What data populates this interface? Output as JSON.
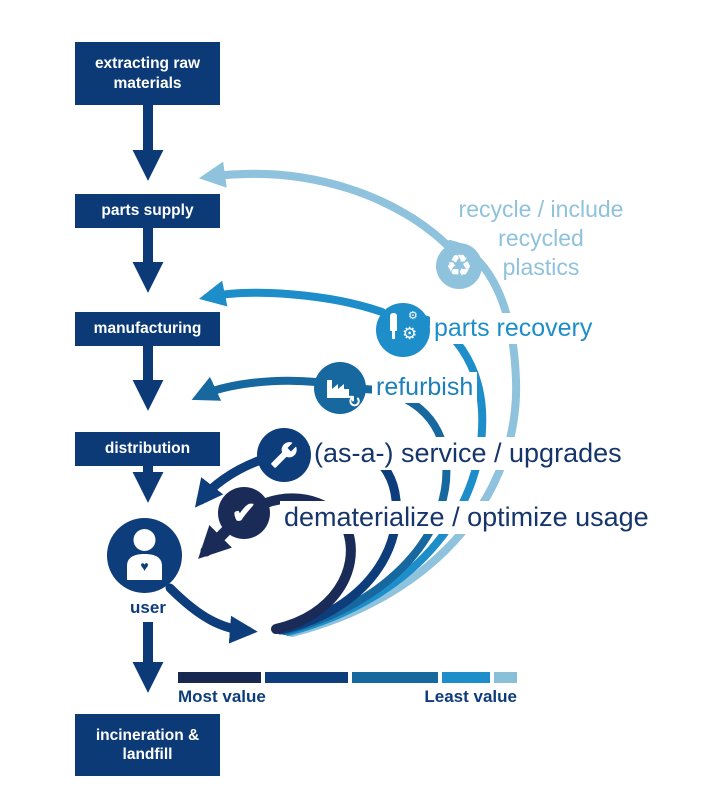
{
  "colors": {
    "box": "#0c3a77",
    "navy_text": "#16356b",
    "label_blue": "#0e3c7a",
    "dematerialize": "#1b2b57",
    "service": "#0e3d7c",
    "refurbish": "#16689e",
    "parts_recovery": "#1e8ecb",
    "recycle": "#8fc2dc",
    "icon_glyph": "#ffffff"
  },
  "chain": {
    "box1": "extracting raw materials",
    "box2": "parts supply",
    "box3": "manufacturing",
    "box4": "distribution",
    "user_label": "user",
    "box5": "incineration & landfill"
  },
  "loops": [
    {
      "label": "recycle / include recycled plastics",
      "lines": [
        "recycle / include",
        "recycled",
        "plastics"
      ],
      "icon": "recycle-icon",
      "color": "#8fc2dc"
    },
    {
      "label": "parts recovery",
      "icon": "tool-gears-icon",
      "color": "#1e8ecb"
    },
    {
      "label": "refurbish",
      "icon": "factory-refresh-icon",
      "color": "#16689e"
    },
    {
      "label": "(as-a-) service / upgrades",
      "icon": "wrench-icon",
      "color": "#0e3d7c"
    },
    {
      "label": "dematerialize / optimize usage",
      "icon": "checkmark-icon",
      "color": "#1b2b57"
    }
  ],
  "icons": {
    "recycle_glyph": "♻",
    "check_glyph": "✔",
    "gear_glyph": "⚙",
    "refresh_glyph": "↻",
    "heart_glyph": "♥"
  },
  "legend": {
    "most_label": "Most value",
    "least_label": "Least value",
    "segments": [
      "#192851",
      "#0e3d7c",
      "#16689e",
      "#1e8ecb",
      "#8abfd8"
    ]
  }
}
